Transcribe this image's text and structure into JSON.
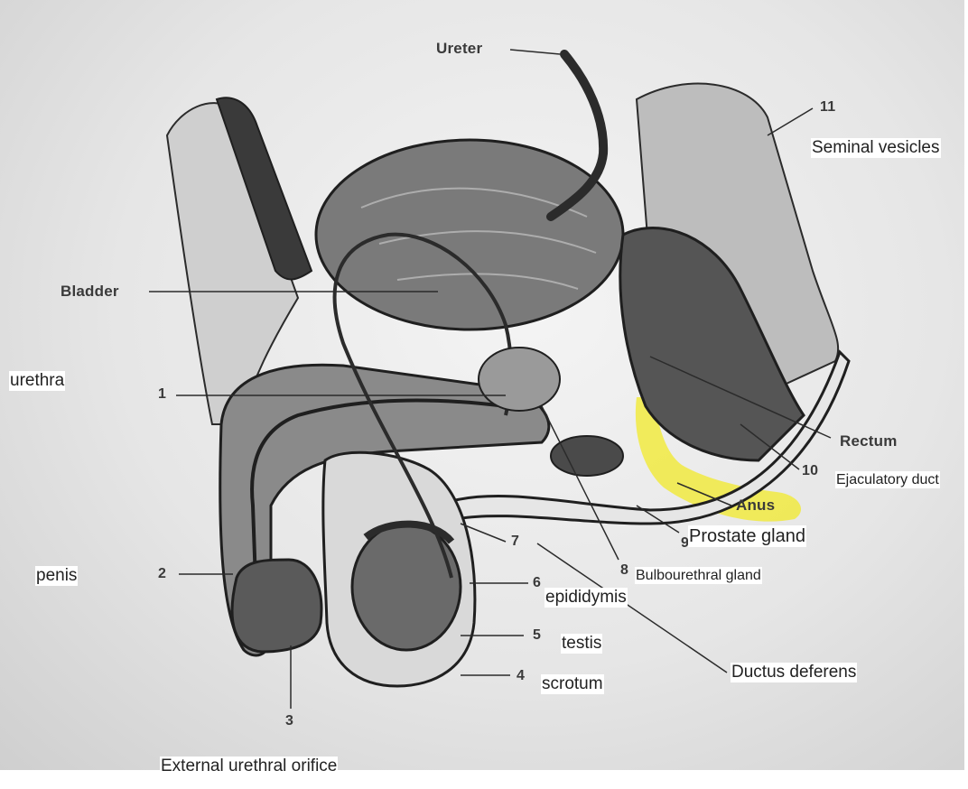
{
  "printed_labels": {
    "ureter": "Ureter",
    "bladder": "Bladder",
    "rectum": "Rectum",
    "anus": "Anus",
    "n1": "1",
    "n2": "2",
    "n3": "3",
    "n4": "4",
    "n5": "5",
    "n6": "6",
    "n7": "7",
    "n8": "8",
    "n9": "9",
    "n10": "10",
    "n11": "11"
  },
  "added_labels": {
    "seminal_vesicles": "Seminal vesicles",
    "urethra": "urethra",
    "ejaculatory_duct": "Ejaculatory duct",
    "prostate_gland": "Prostate gland",
    "penis": "penis",
    "bulbourethral_gland": "Bulbourethral gland",
    "epididymis": "epididymis",
    "testis": "testis",
    "ductus_deferens": "Ductus deferens",
    "scrotum": "scrotum",
    "external_urethral_orifice": "External urethral orifice"
  },
  "colors": {
    "highlight": "#f2ea2a",
    "line_art": "#2b2b2b"
  }
}
